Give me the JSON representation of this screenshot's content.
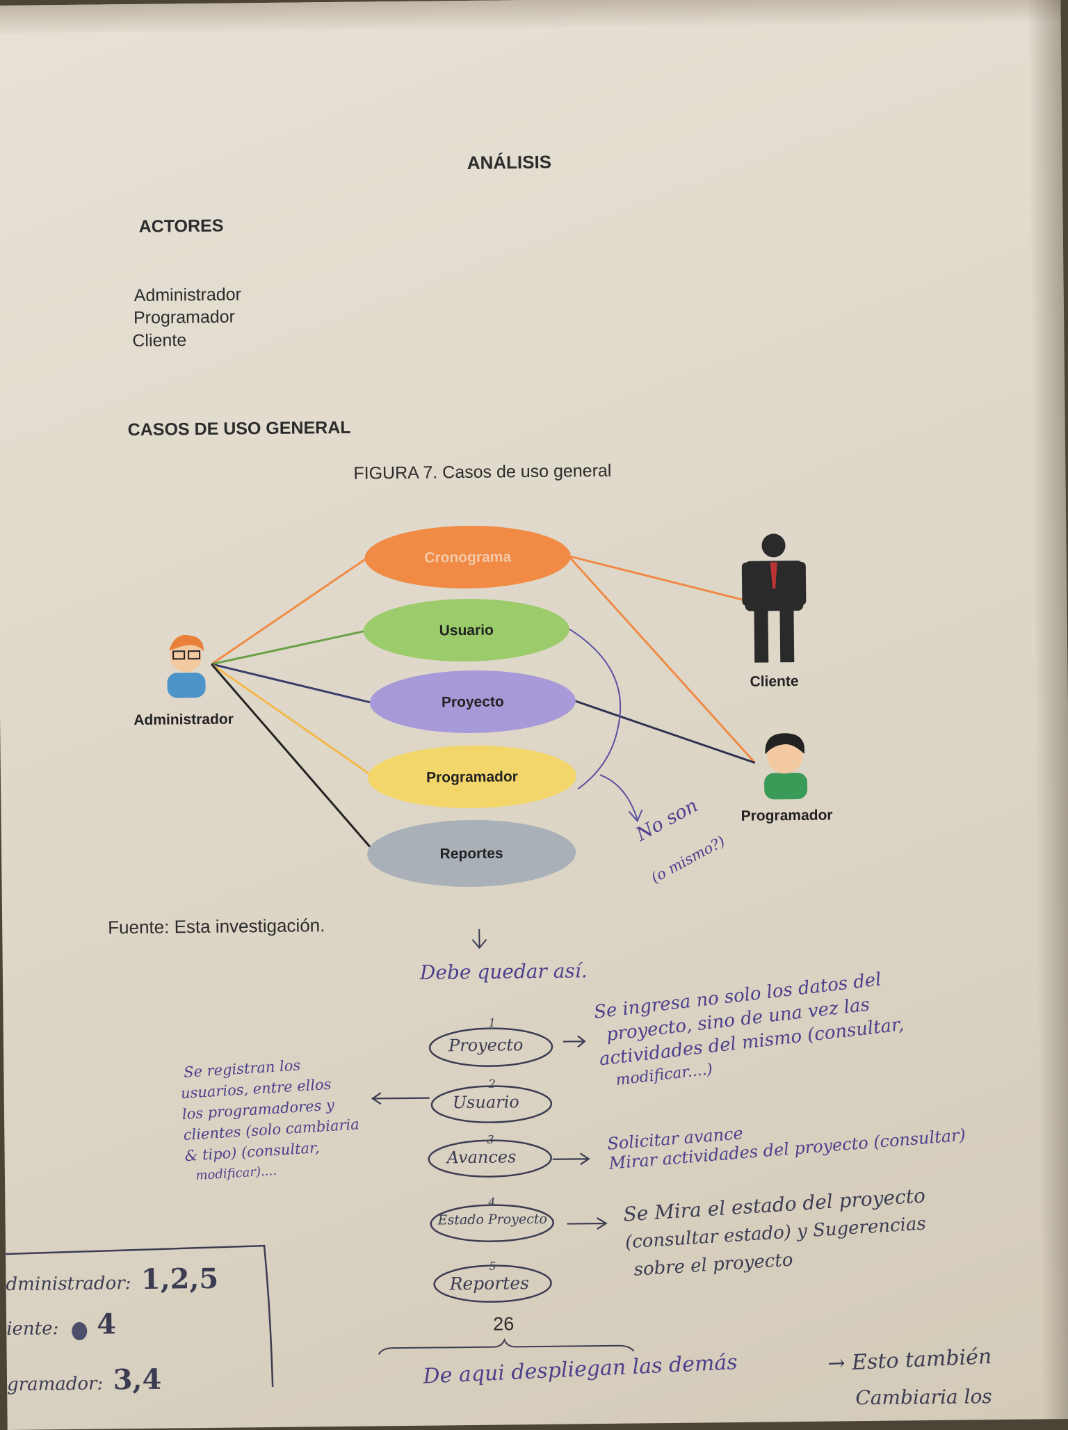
{
  "document": {
    "title": "ANÁLISIS",
    "actors_heading": "ACTORES",
    "actors": [
      "Administrador",
      "Programador",
      "Cliente"
    ],
    "use_cases_heading": "CASOS DE USO GENERAL",
    "figure_caption": "FIGURA 7. Casos de uso general",
    "source_note": "Fuente: Esta investigación.",
    "page_number": "26"
  },
  "diagram": {
    "use_cases": [
      {
        "label": "Cronograma",
        "color": "#f08a45"
      },
      {
        "label": "Usuario",
        "color": "#9bcb6a"
      },
      {
        "label": "Proyecto",
        "color": "#a89ad8"
      },
      {
        "label": "Programador",
        "color": "#f3d66a"
      },
      {
        "label": "Reportes",
        "color": "#a9b0b8"
      }
    ],
    "actors": {
      "admin": "Administrador",
      "client": "Cliente",
      "programmer": "Programador"
    }
  },
  "annotations": {
    "no_son": "No son",
    "mismo": "(o mismo?)",
    "debe_quedar": "Debe quedar así.",
    "use_case_list": [
      {
        "num": "1",
        "label": "Proyecto"
      },
      {
        "num": "2",
        "label": "Usuario"
      },
      {
        "num": "3",
        "label": "Avances"
      },
      {
        "num": "4",
        "label": "Estado Proyecto"
      },
      {
        "num": "5",
        "label": "Reportes"
      }
    ],
    "note_proyecto": [
      "Se ingresa no solo los datos del",
      "proyecto, sino de una vez las",
      "actividades del mismo (consultar,",
      "modificar....)"
    ],
    "note_usuario": [
      "Se registran los",
      "usuarios, entre ellos",
      "los programadores y",
      "clientes (solo cambiaria",
      "& tipo) (consultar,",
      "modificar)...."
    ],
    "note_avances": [
      "Solicitar avance",
      "Mirar actividades del proyecto (consultar)"
    ],
    "note_estado": [
      "Se Mira el estado del proyecto",
      "(consultar estado) y Sugerencias",
      "sobre el proyecto"
    ],
    "roles": [
      {
        "role": "dministrador:",
        "value": "1,2,5"
      },
      {
        "role": "iente:",
        "value": "4"
      },
      {
        "role": "gramador:",
        "value": "3,4"
      }
    ],
    "bottom_note": "De aqui despliegan las demás",
    "bottom_arrow_note": [
      "→ Esto también",
      "Cambiaria los"
    ]
  }
}
